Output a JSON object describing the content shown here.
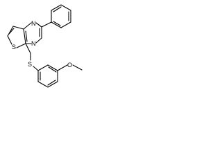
{
  "molecule": {
    "atoms": {
      "thiophene_s": "S",
      "n_top": "N",
      "n_bottom": "N",
      "thioether_s": "S",
      "methoxy_o": "O"
    },
    "colors": {
      "bond": "#000000",
      "label": "#000000",
      "background": "#ffffff"
    }
  }
}
